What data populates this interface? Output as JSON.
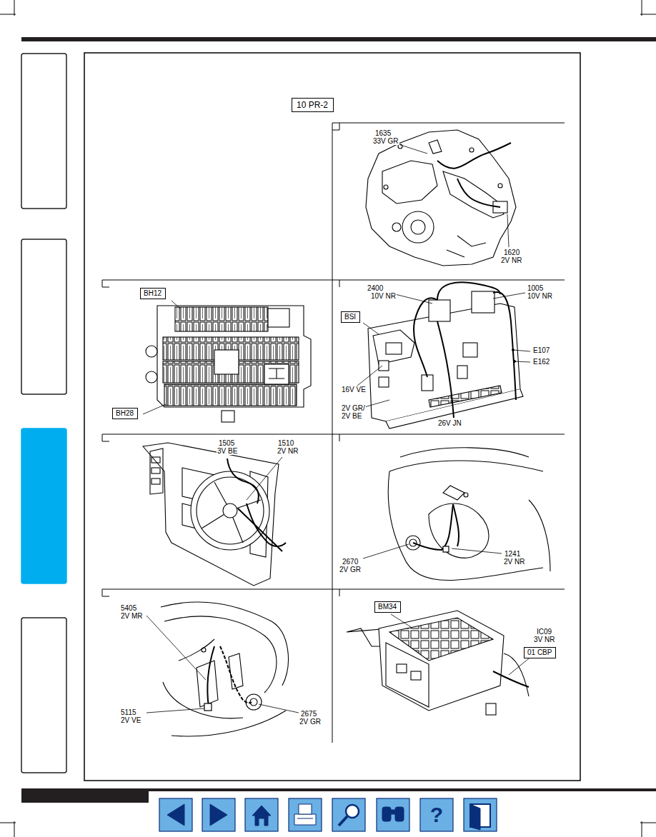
{
  "diagram": {
    "nodes": [
      {
        "text": [
          "10 PR-2"
        ]
      },
      {
        "text": [
          "BH12"
        ]
      },
      {
        "text": [
          "BH28"
        ]
      },
      {
        "text": [
          "BSI"
        ]
      },
      {
        "text": [
          "BM34"
        ]
      },
      {
        "text": [
          "01 CBP"
        ]
      }
    ],
    "labels": [
      "1635",
      "33V GR",
      "1620",
      "2V NR",
      "2400",
      "10V NR",
      "1005",
      "10V NR",
      "E107",
      "E162",
      "16V VE",
      "2V GR/",
      "2V BE",
      "26V JN",
      "1505",
      "3V BE",
      "1510",
      "2V NR",
      "2670",
      "2V GR",
      "1241",
      "2V NR",
      "5405",
      "2V MR",
      "5115",
      "2V VE",
      "2675",
      "2V GR",
      "IC09",
      "3V NR",
      "?"
    ]
  }
}
